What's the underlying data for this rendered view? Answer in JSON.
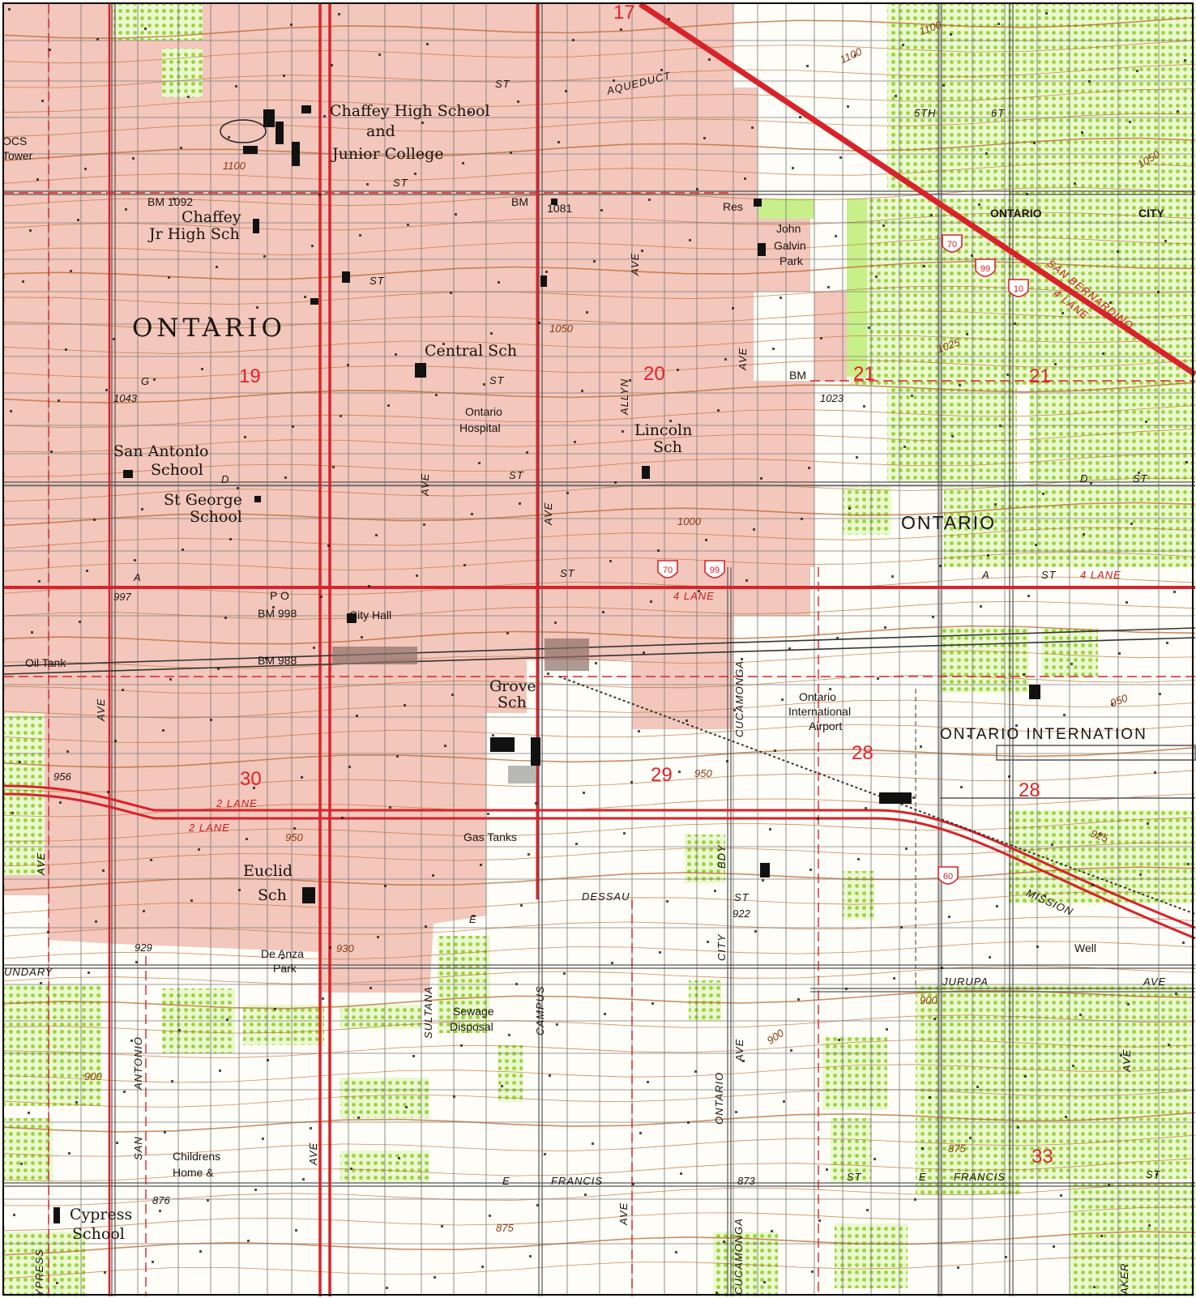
{
  "map": {
    "colors": {
      "background": "#fffdf7",
      "urban_tint": "#f2c4b8",
      "orchard_green": "#c7f08a",
      "orchard_dot": "#9cd23a",
      "highway_red": "#d8232a",
      "street_gray": "#7b7b7b",
      "contour_brown": "#b9682e",
      "section_red": "#e2222a",
      "railroad": "#333333",
      "building_black": "#111111"
    },
    "town_labels": {
      "ontario_main": "ONTARIO",
      "ontario_east": "ONTARIO",
      "ontario_city": "ONTARIO",
      "city": "CITY"
    },
    "places": {
      "chaffey_high_1": "Chaffey High School",
      "chaffey_high_2": "and",
      "chaffey_high_3": "Junior College",
      "chaffey_jr_1": "Chaffey",
      "chaffey_jr_2": "Jr High Sch",
      "central_sch": "Central Sch",
      "ontario_hospital_1": "Ontario",
      "ontario_hospital_2": "Hospital",
      "lincoln_sch_1": "Lincoln",
      "lincoln_sch_2": "Sch",
      "san_antonio_school_1": "San Antonio",
      "san_antonio_school_2": "School",
      "st_george_school_1": "St George",
      "st_george_school_2": "School",
      "john_galvin_park_1": "John",
      "john_galvin_park_2": "Galvin",
      "john_galvin_park_3": "Park",
      "res": "Res",
      "city_hall": "City Hall",
      "po": "P O",
      "oil_tank": "Oil Tank",
      "grove_sch_1": "Grove",
      "grove_sch_2": "Sch",
      "airport_1": "Ontario",
      "airport_2": "International",
      "airport_3": "Airport",
      "ontario_international": "ONTARIO   INTERNATION",
      "gas_tanks": "Gas Tanks",
      "euclid_sch_1": "Euclid",
      "euclid_sch_2": "Sch",
      "de_anza_park_1": "De Anza",
      "de_anza_park_2": "Park",
      "sewage_disposal_1": "Sewage",
      "sewage_disposal_2": "Disposal",
      "childrens_home_1": "Childrens",
      "childrens_home_2": "Home &",
      "cypress_school_1": "Cypress",
      "cypress_school_2": "School",
      "well": "Well",
      "tower_1": "OCS",
      "tower_2": "Tower"
    },
    "streets": {
      "aqueduct": "AQUEDUCT",
      "st_top": "ST",
      "st_chaffey": "ST",
      "st_row3": "ST",
      "st_row5": "ST",
      "d": "D",
      "st_d": "ST",
      "st_a": "ST",
      "a": "A",
      "g": "G",
      "fifth": "5TH",
      "sixth": "6T",
      "d_east": "D",
      "st_d_east": "ST",
      "a_east": "A",
      "st_a_east": "ST",
      "four_lane_east": "4 LANE",
      "four_lane": "4 LANE",
      "two_lane_w": "2 LANE",
      "two_lane_e": "2 LANE",
      "san_bernardino": "SAN BERNARDINO",
      "four_lane_diag": "4 LANE",
      "mission": "MISSION",
      "dessau": "DESSAU",
      "e_dessau": "E",
      "st_bdy": "ST",
      "boundary": "UNDARY",
      "jurupa": "JURUPA",
      "ave_jurupa": "AVE",
      "francis": "FRANCIS",
      "e_francis": "E",
      "francis_east": "FRANCIS",
      "e_francis_east": "E",
      "st_francis": "ST",
      "st_far_east": "ST",
      "ave_allyn": "AVE",
      "allyn": "ALLYN",
      "ave_main": "AVE",
      "ave_col3": "AVE",
      "ave_col4": "AVE",
      "ave_col5": "AVE",
      "ave_west": "AVE",
      "ave_far_west": "AVE",
      "cucamonga": "CUCAMONGA",
      "cucamonga_south": "CUCAMONGA",
      "bdy": "BDY",
      "city_street": "CITY",
      "ontario_ave": "ONTARIO",
      "ave_ontario": "AVE",
      "sultana": "SULTANA",
      "campus": "CAMPUS",
      "san": "SAN",
      "antonio": "ANTONIO",
      "ave_south_euclid": "AVE",
      "ave_campus_s": "AVE",
      "ave_east": "AVE",
      "ypress": "YPRESS",
      "aker": "AKER"
    },
    "elevations": {
      "e1100_a": "1100",
      "e1100_b": "1100",
      "e1100_c": "1100",
      "e1050_a": "1050",
      "e1050_b": "1050",
      "e1025": "1025",
      "e1000": "1000",
      "e950_a": "950",
      "e950_b": "950",
      "e950_c": "950",
      "e925": "925",
      "e930": "930",
      "e900_a": "900",
      "e900_b": "900",
      "e900_c": "900",
      "e875_a": "875",
      "e875_b": "875",
      "spot_1043": "1043",
      "spot_997": "997",
      "spot_956": "956",
      "spot_929": "929",
      "spot_922": "922",
      "spot_876": "876",
      "spot_873": "873",
      "spot_1023": "1023"
    },
    "benchmarks": {
      "bm1092": "BM 1092",
      "bm1081": "1081",
      "bm": "BM",
      "bm_east": "BM",
      "bm998": "BM 998",
      "bm988": "BM 988"
    },
    "sections": [
      "17",
      "19",
      "20",
      "21",
      "21",
      "30",
      "29",
      "28",
      "28",
      "33"
    ],
    "shields": [
      "70",
      "99",
      "70",
      "99",
      "10",
      "60"
    ]
  }
}
